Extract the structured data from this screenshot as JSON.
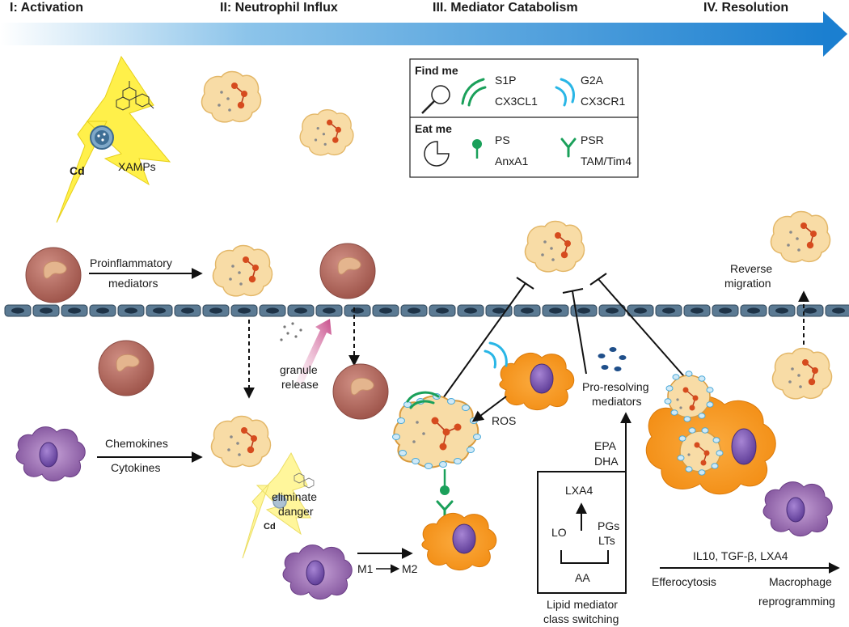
{
  "phases": [
    "I: Activation",
    "II: Neutrophil Influx",
    "III. Mediator Catabolism",
    "IV. Resolution"
  ],
  "legend": {
    "find_me_title": "Find me",
    "find_me_signals": [
      "S1P",
      "CX3CL1"
    ],
    "find_me_receptors": [
      "G2A",
      "CX3CR1"
    ],
    "eat_me_title": "Eat me",
    "eat_me_signals": [
      "PS",
      "AnxA1"
    ],
    "eat_me_receptors": [
      "PSR",
      "TAM/Tim4"
    ]
  },
  "labels": {
    "cd_large": "Cd",
    "cd_small": "Cd",
    "xamps": "XAMPs",
    "proinflammatory": "Proinflammatory",
    "mediators": "mediators",
    "granule": "granule",
    "release": "release",
    "chemokines": "Chemokines",
    "cytokines": "Cytokines",
    "eliminate": "eliminate",
    "danger": "danger",
    "m1": "M1",
    "m2": "M2",
    "ros": "ROS",
    "pro_resolving": "Pro-resolving",
    "pro_resolving_mediators": "mediators",
    "epa": "EPA",
    "dha": "DHA",
    "lxa4": "LXA4",
    "lo": "LO",
    "pgs": "PGs",
    "lts": "LTs",
    "aa": "AA",
    "lipid_switch_1": "Lipid mediator",
    "lipid_switch_2": "class switching",
    "reverse": "Reverse",
    "migration": "migration",
    "il10": "IL10, TGF-β, LXA4",
    "efferocytosis": "Efferocytosis",
    "macrophage": "Macrophage",
    "reprogramming": "reprogramming"
  },
  "colors": {
    "neutrophil_fill": "#f8dca6",
    "neutrophil_edge": "#e3b768",
    "macrophage_orange": "#f7941d",
    "macrophage_purple": "#9b6fb0",
    "monocyte": "#b2685e",
    "endothelium": "#5b7a93",
    "arrow_blue": "#1b7fd0",
    "find_me_green": "#1aa05a",
    "find_me_blue": "#29b6e6",
    "lightning": "#fff04a"
  }
}
